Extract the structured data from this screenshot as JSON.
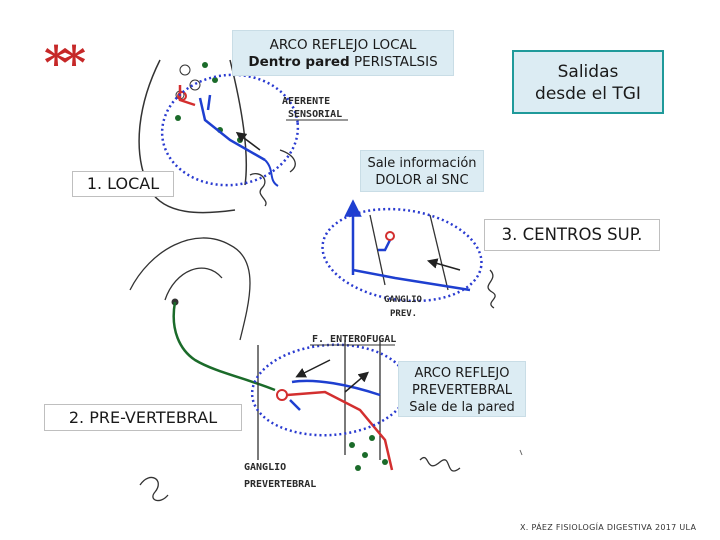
{
  "stars": "**",
  "title_box": {
    "line1": "ARCO REFLEJO LOCAL",
    "line2_bold": "Dentro pared",
    "line2_rest": " PERISTALSIS"
  },
  "salidas_box": {
    "line1": "Salidas",
    "line2": "desde el TGI"
  },
  "local_label": "1. LOCAL",
  "dolor_box": {
    "line1": "Sale información",
    "line2": "DOLOR al SNC"
  },
  "centros_label": "3. CENTROS SUP.",
  "prevert_box": {
    "line1": "ARCO REFLEJO",
    "line2": "PREVERTEBRAL",
    "line3": "Sale de la pared"
  },
  "prevertebral_label": "2. PRE-VERTEBRAL",
  "handwritten": {
    "aferente": "AFERENTE",
    "sensorial": "SENSORIAL",
    "ganglio_prev_1": "GANGLIO",
    "ganglio_prev_2": "PREV.",
    "f_enterofugal": "F. ENTEROFUGAL",
    "ganglio_pv_1": "GANGLIO",
    "ganglio_pv_2": "PREVERTEBRAL"
  },
  "footer": "X. PÁEZ  FISIOLOGÍA DIGESTIVA 2017  ULA",
  "colors": {
    "red": "#d32f2f",
    "blue": "#1e3fd0",
    "green": "#1b6b2a",
    "dotted_circle": "#2a3bd0",
    "box_fill": "#dcecf3",
    "teal_border": "#1f9a9a"
  }
}
